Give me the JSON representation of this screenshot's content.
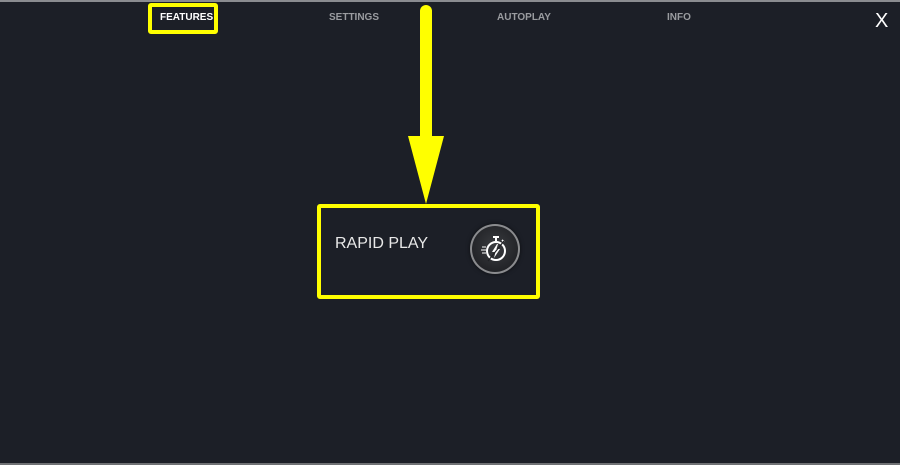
{
  "tabs": [
    {
      "label": "FEATURES",
      "active": true
    },
    {
      "label": "SETTINGS",
      "active": false
    },
    {
      "label": "AUTOPLAY",
      "active": false
    },
    {
      "label": "INFO",
      "active": false
    }
  ],
  "close_label": "X",
  "features": {
    "rapid_play": {
      "label": "RAPID PLAY",
      "icon": "stopwatch-lightning-icon"
    }
  },
  "colors": {
    "background": "#1c1f27",
    "highlight": "#ffff00",
    "tab_inactive": "#9a9ca0",
    "tab_active": "#ffffff"
  }
}
